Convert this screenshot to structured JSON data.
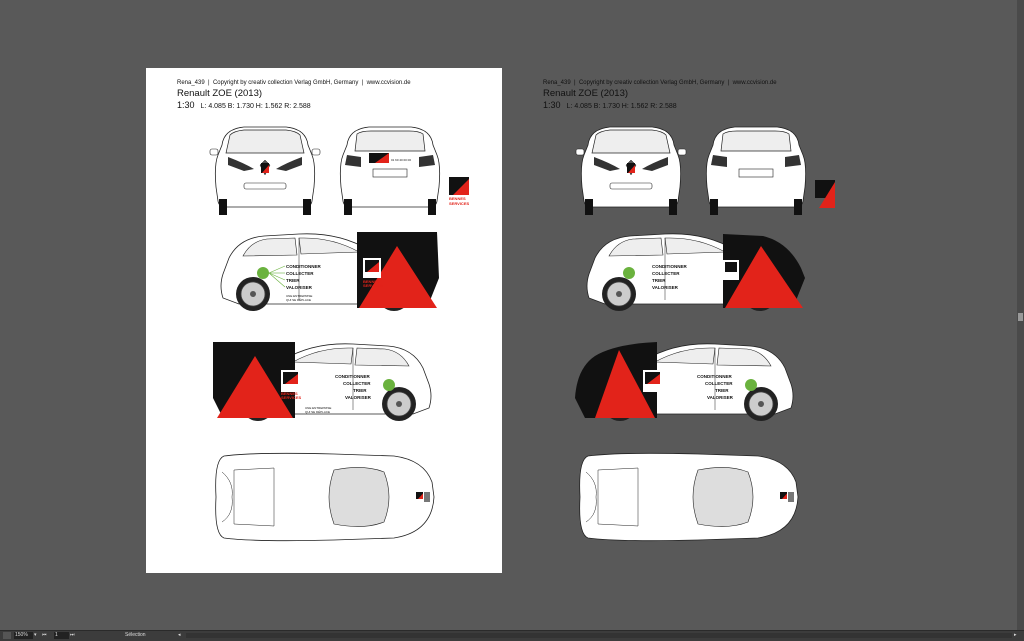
{
  "artboards": [
    {
      "id": "original",
      "ref": "Rena_439",
      "copyright": "Copyright by creativ collection Verlag GmbH, Germany",
      "website": "www.ccvision.de",
      "title": "Renault ZOE (2013)",
      "scale": "1:30",
      "dims": "L: 4.085  B: 1.730  H: 1.562  R: 2.588"
    },
    {
      "id": "preview",
      "ref": "Rena_439",
      "copyright": "Copyright by creativ collection Verlag GmbH, Germany",
      "website": "www.ccvision.de",
      "title": "Renault ZOE (2013)",
      "scale": "1:30",
      "dims": "L: 4.085  B: 1.730  H: 1.562  R: 2.588"
    }
  ],
  "livery": {
    "brand": "BENNES SERVICES",
    "brand_line1": "BENNES",
    "brand_line2": "SERVICES",
    "phone": "01 60 40 00 00",
    "services": [
      "CONDITIONNER",
      "COLLECTER",
      "TRIER",
      "VALORISER"
    ],
    "tagline1": "UNE ENTREPRISE",
    "tagline2": "QUI SE DÉPLACE"
  },
  "statusbar": {
    "zoom": "150%",
    "page": "1",
    "selection": "Sélection"
  },
  "colors": {
    "background": "#595959",
    "artboard": "#ffffff",
    "brand_red": "#e2231a",
    "brand_black": "#111111",
    "eco_green": "#6ab23e"
  }
}
